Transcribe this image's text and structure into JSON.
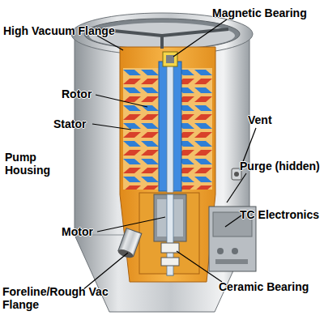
{
  "diagram": {
    "labels": [
      "Magnetic Bearing",
      "High Vacuum Flange",
      "Rotor",
      "Stator",
      "Vent",
      "Pump Housing",
      "Purge (hidden)",
      "TC Electronics",
      "Motor",
      "Ceramic Bearing",
      "Foreline/Rough Vac Flange"
    ]
  }
}
